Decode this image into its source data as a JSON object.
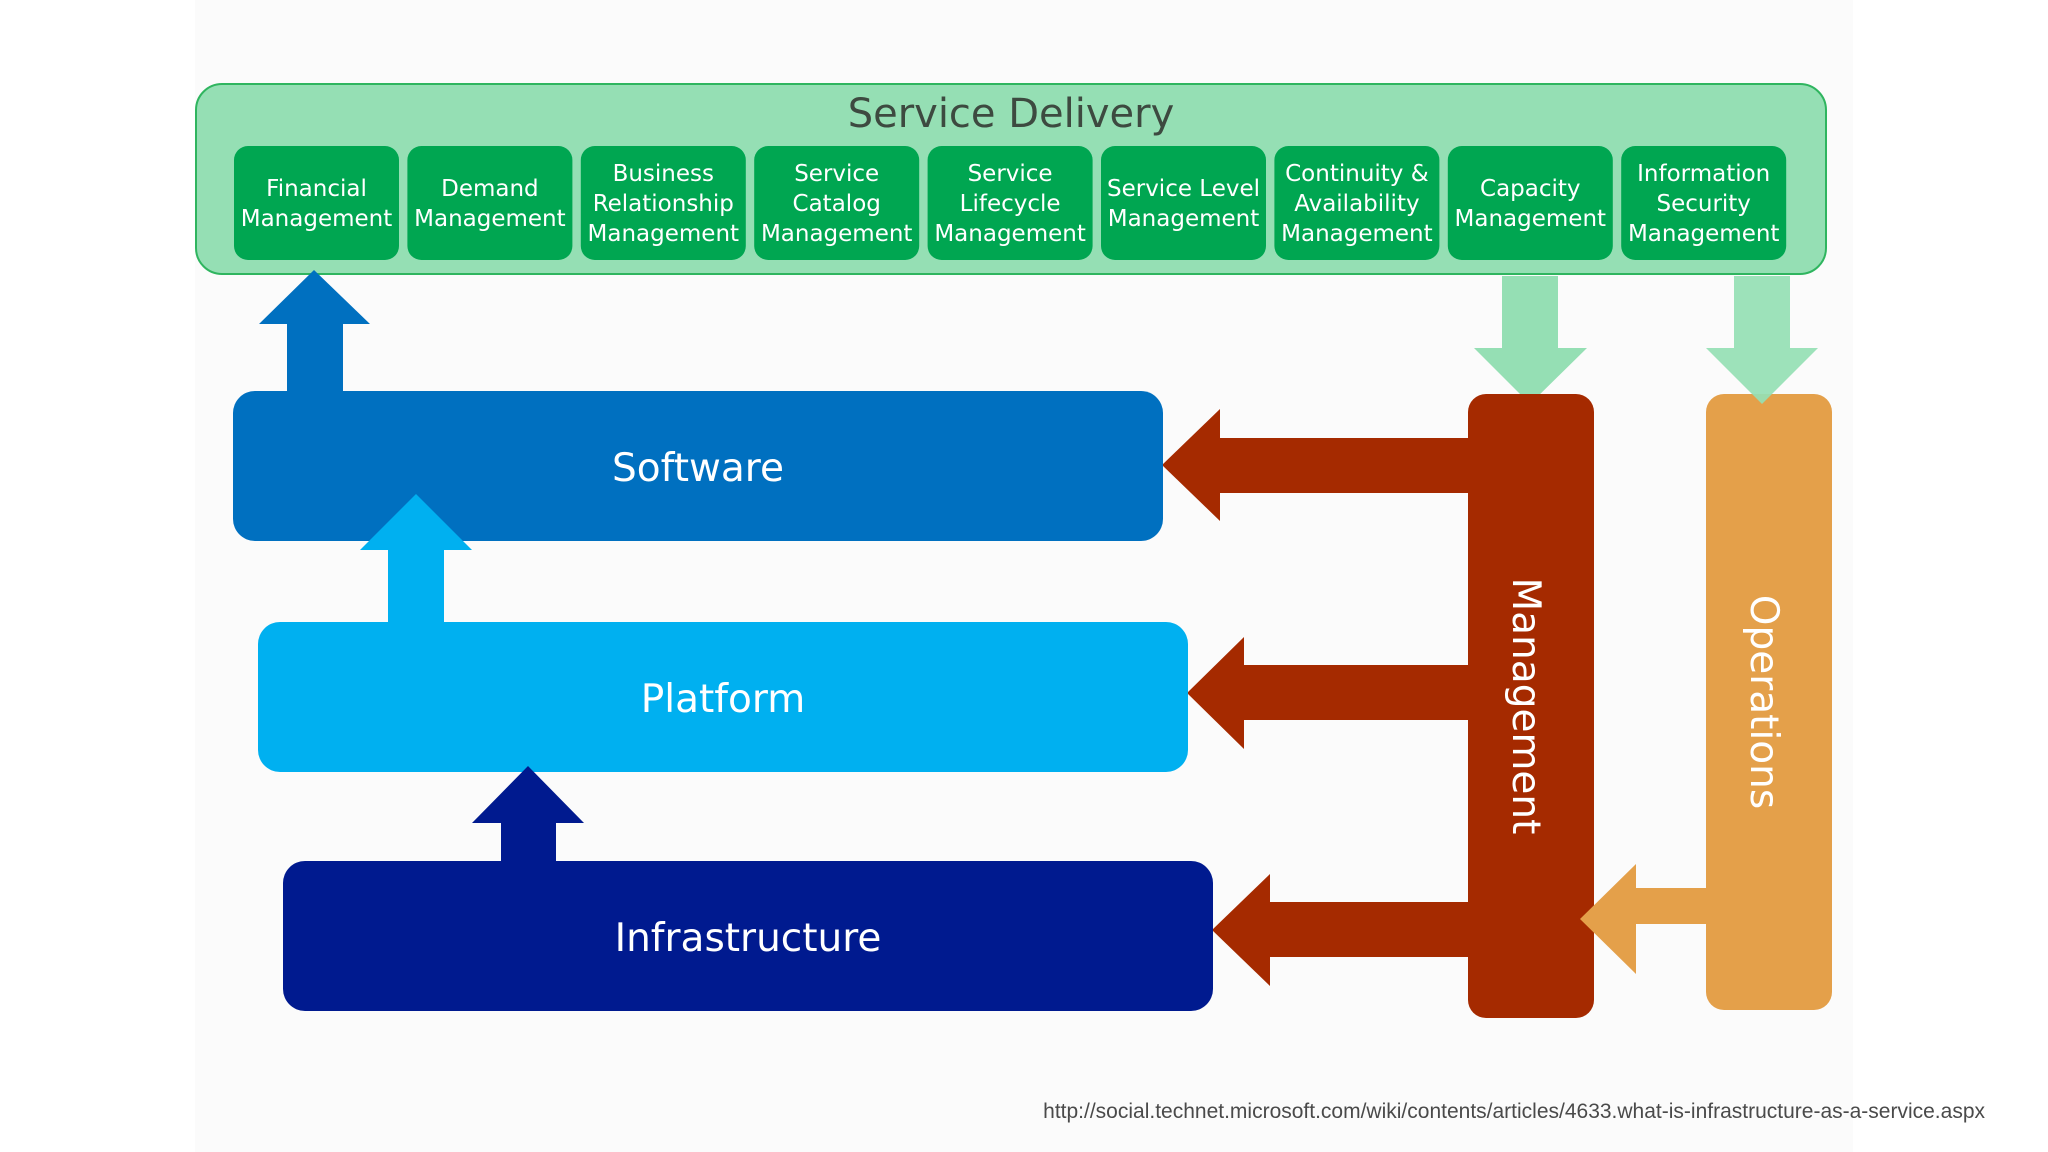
{
  "service_delivery": {
    "title": "Service Delivery",
    "items": [
      {
        "lines": [
          "Financial",
          "Management"
        ]
      },
      {
        "lines": [
          "Demand",
          "Management"
        ]
      },
      {
        "lines": [
          "Business",
          "Relationship",
          "Management"
        ]
      },
      {
        "lines": [
          "Service",
          "Catalog",
          "Management"
        ]
      },
      {
        "lines": [
          "Service",
          "Lifecycle",
          "Management"
        ]
      },
      {
        "lines": [
          "Service Level",
          "Management"
        ]
      },
      {
        "lines": [
          "Continuity &",
          "Availability",
          "Management"
        ]
      },
      {
        "lines": [
          "Capacity",
          "Management"
        ]
      },
      {
        "lines": [
          "Information",
          "Security",
          "Management"
        ]
      }
    ]
  },
  "layers": {
    "software": "Software",
    "platform": "Platform",
    "infrastructure": "Infrastructure"
  },
  "management": "Management",
  "operations": "Operations",
  "source_url": "http://social.technet.microsoft.com/wiki/contents/articles/4633.what-is-infrastructure-as-a-service.aspx",
  "colors": {
    "service_panel": "#95dfb4",
    "service_item": "#00a651",
    "software": "#0070c0",
    "platform": "#00b0f0",
    "infrastructure": "#001a8f",
    "management": "#a52a00",
    "operations": "#e4a04a"
  }
}
